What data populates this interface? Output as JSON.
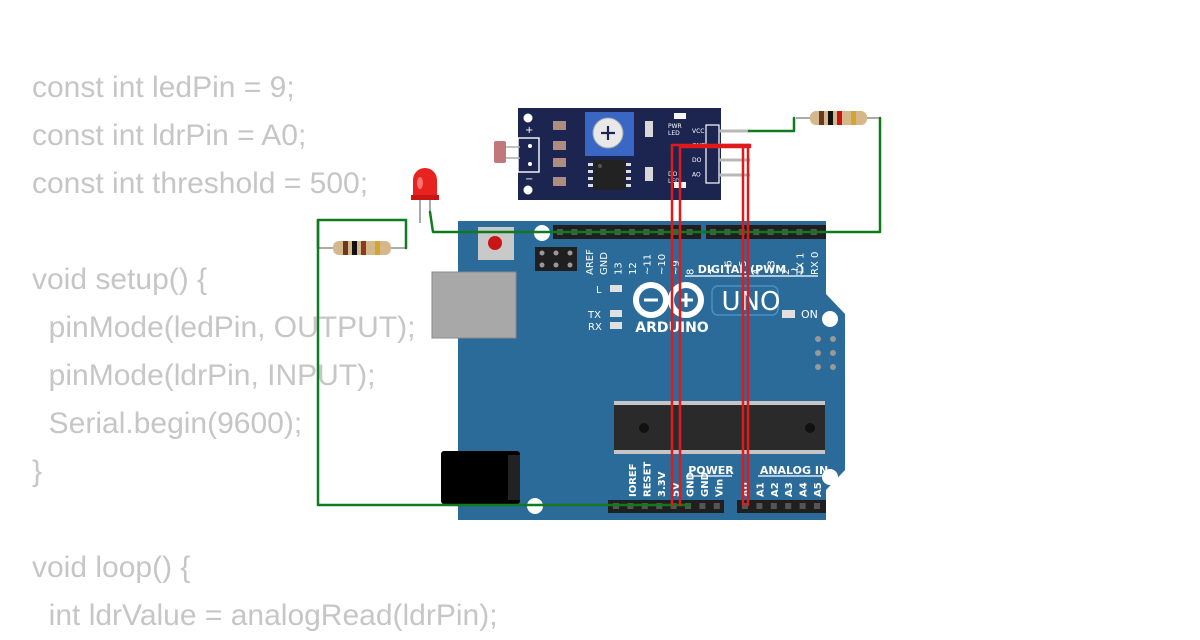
{
  "code": {
    "lines": [
      "const int ledPin = 9;",
      "const int ldrPin = A0;",
      "const int threshold = 500;",
      "",
      "void setup() {",
      "  pinMode(ledPin, OUTPUT);",
      "  pinMode(ldrPin, INPUT);",
      "  Serial.begin(9600);",
      "}",
      "",
      "void loop() {",
      "  int ldrValue = analogRead(ldrPin);"
    ]
  },
  "ldr_module": {
    "pins": [
      "VCC",
      "GND",
      "DO",
      "AO"
    ],
    "plus_label": "+",
    "minus_label": "−",
    "pwr_led_label": [
      "PWR",
      "LED"
    ],
    "do_led_label": [
      "DO",
      "LED"
    ]
  },
  "arduino": {
    "digital_pins": [
      "AREF",
      "GND",
      "13",
      "12",
      "~11",
      "~10",
      "~9",
      "8",
      "7",
      "~6",
      "~5",
      "4",
      "~3",
      "2",
      "TX 1",
      "RX 0"
    ],
    "digital_label": "DIGITAL (PWM ~)",
    "l_label": "L",
    "tx_label": "TX",
    "rx_label": "RX",
    "on_label": "ON",
    "brand": "ARDUINO",
    "model": "UNO",
    "power_label": "POWER",
    "analog_label": "ANALOG IN",
    "power_pins": [
      "IOREF",
      "RESET",
      "3.3V",
      "5V",
      "GND",
      "GND",
      "Vin"
    ],
    "analog_pins": [
      "A0",
      "A1",
      "A2",
      "A3",
      "A4",
      "A5"
    ]
  },
  "colors": {
    "board": "#2b6b9a",
    "module": "#1c2550",
    "wire_power": "#e0191b",
    "wire_signal": "#117a1e",
    "code_text": "#c6c6c6"
  }
}
